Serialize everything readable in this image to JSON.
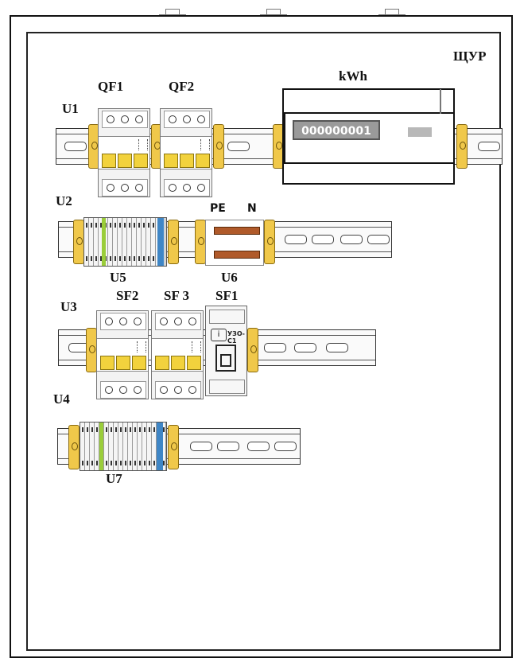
{
  "panel": {
    "title": "ЩУР",
    "meter": {
      "unit_label": "kWh",
      "reading": "000000001"
    },
    "labels": {
      "qf1": "QF1",
      "qf2": "QF2",
      "u1": "U1",
      "u2": "U2",
      "u3": "U3",
      "u4": "U4",
      "u5": "U5",
      "u6": "U6",
      "u7": "U7",
      "sf1": "SF1",
      "sf2": "SF2",
      "sf3": "SF 3",
      "pe": "PE",
      "n": "N",
      "rcd_model": "УЗО-С1"
    }
  },
  "colors": {
    "end_stop": "#f0c84a",
    "breaker_toggle": "#f2d23d",
    "pe_stripe": "#9acd3a",
    "n_stripe": "#3f86c6",
    "bus_bar": "#b05a2a"
  }
}
